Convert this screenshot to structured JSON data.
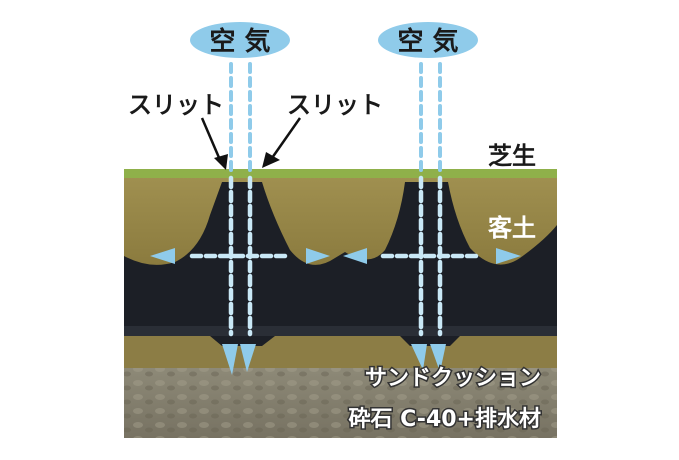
{
  "labels": {
    "air_left": "空 気",
    "air_right": "空 気",
    "slit_left": "スリット",
    "slit_right": "スリット",
    "turf": "芝生",
    "topsoil": "客土",
    "sand_cushion": "サンドクッション",
    "gravel": "砕石 C-40+排水材"
  },
  "colors": {
    "air": "#8fcbea",
    "grass": "#8fb04a",
    "soil": "#8a7a3c",
    "grid": "#1c1f26",
    "sand": "#8c7d45",
    "gravel": "#8a8674"
  }
}
